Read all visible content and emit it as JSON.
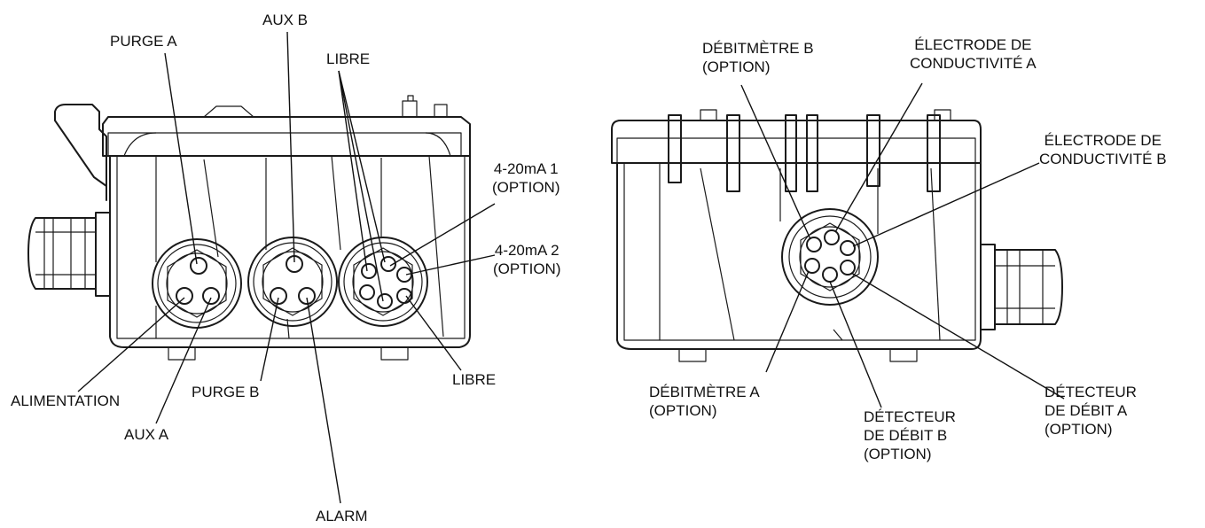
{
  "left_panel": {
    "purge_a": "PURGE A",
    "aux_b": "AUX B",
    "libre_top": "LIBRE",
    "ma1_line1": "4-20mA 1",
    "ma1_line2": "(OPTION)",
    "ma2_line1": "4-20mA 2",
    "ma2_line2": "(OPTION)",
    "libre_bottom": "LIBRE",
    "alimentation": "ALIMENTATION",
    "purge_b": "PURGE B",
    "aux_a": "AUX A",
    "alarm": "ALARM"
  },
  "right_panel": {
    "debitmetre_b_line1": "DÉBITMÈTRE B",
    "debitmetre_b_line2": "(OPTION)",
    "electrode_a_line1": "ÉLECTRODE DE",
    "electrode_a_line2": "CONDUCTIVITÉ A",
    "electrode_b_line1": "ÉLECTRODE DE",
    "electrode_b_line2": "CONDUCTIVITÉ B",
    "debitmetre_a_line1": "DÉBITMÈTRE A",
    "debitmetre_a_line2": "(OPTION)",
    "detecteur_b_line1": "DÉTECTEUR",
    "detecteur_b_line2": "DE DÉBIT B",
    "detecteur_b_line3": "(OPTION)",
    "detecteur_a_line1": "DÉTECTEUR",
    "detecteur_a_line2": "DE DÉBIT  A",
    "detecteur_a_line3": "(OPTION)"
  }
}
